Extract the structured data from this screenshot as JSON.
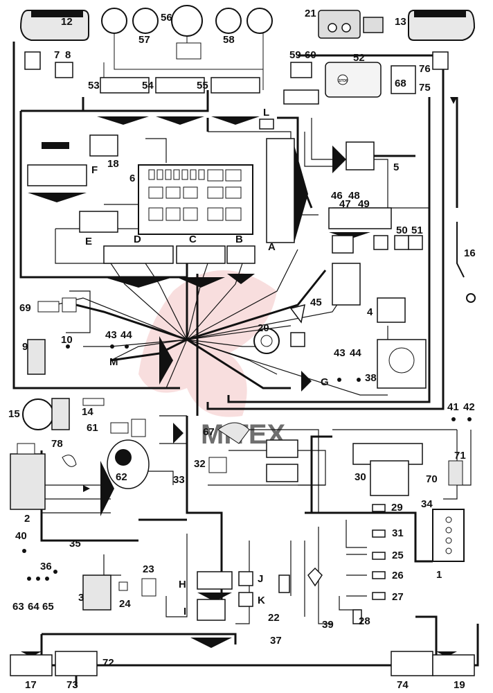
{
  "colors": {
    "wire": "#111111",
    "watermark": "#f2c4c4",
    "background": "#ffffff"
  },
  "watermark_text": "MITEX",
  "numeric_labels": [
    {
      "id": "12",
      "text": "12"
    },
    {
      "id": "13",
      "text": "13"
    },
    {
      "id": "57",
      "text": "57"
    },
    {
      "id": "56",
      "text": "56"
    },
    {
      "id": "58",
      "text": "58"
    },
    {
      "id": "21",
      "text": "21"
    },
    {
      "id": "7",
      "text": "7"
    },
    {
      "id": "8",
      "text": "8"
    },
    {
      "id": "59",
      "text": "59"
    },
    {
      "id": "60",
      "text": "60"
    },
    {
      "id": "52",
      "text": "52"
    },
    {
      "id": "76",
      "text": "76"
    },
    {
      "id": "68",
      "text": "68"
    },
    {
      "id": "75",
      "text": "75"
    },
    {
      "id": "53",
      "text": "53"
    },
    {
      "id": "54",
      "text": "54"
    },
    {
      "id": "55",
      "text": "55"
    },
    {
      "id": "18",
      "text": "18"
    },
    {
      "id": "6",
      "text": "6"
    },
    {
      "id": "5",
      "text": "5"
    },
    {
      "id": "46",
      "text": "46"
    },
    {
      "id": "48",
      "text": "48"
    },
    {
      "id": "47",
      "text": "47"
    },
    {
      "id": "49",
      "text": "49"
    },
    {
      "id": "50",
      "text": "50"
    },
    {
      "id": "51",
      "text": "51"
    },
    {
      "id": "16",
      "text": "16"
    },
    {
      "id": "69",
      "text": "69"
    },
    {
      "id": "45",
      "text": "45"
    },
    {
      "id": "4",
      "text": "4"
    },
    {
      "id": "9",
      "text": "9"
    },
    {
      "id": "10",
      "text": "10"
    },
    {
      "id": "43a",
      "text": "43"
    },
    {
      "id": "44a",
      "text": "44"
    },
    {
      "id": "20",
      "text": "20"
    },
    {
      "id": "43b",
      "text": "43"
    },
    {
      "id": "44b",
      "text": "44"
    },
    {
      "id": "38",
      "text": "38"
    },
    {
      "id": "15",
      "text": "15"
    },
    {
      "id": "14",
      "text": "14"
    },
    {
      "id": "41",
      "text": "41"
    },
    {
      "id": "42",
      "text": "42"
    },
    {
      "id": "61",
      "text": "61"
    },
    {
      "id": "67",
      "text": "67"
    },
    {
      "id": "78",
      "text": "78"
    },
    {
      "id": "71",
      "text": "71"
    },
    {
      "id": "62",
      "text": "62"
    },
    {
      "id": "32",
      "text": "32"
    },
    {
      "id": "30",
      "text": "30"
    },
    {
      "id": "70",
      "text": "70"
    },
    {
      "id": "33",
      "text": "33"
    },
    {
      "id": "2",
      "text": "2"
    },
    {
      "id": "34",
      "text": "34"
    },
    {
      "id": "29",
      "text": "29"
    },
    {
      "id": "40",
      "text": "40"
    },
    {
      "id": "31",
      "text": "31"
    },
    {
      "id": "35",
      "text": "35"
    },
    {
      "id": "25",
      "text": "25"
    },
    {
      "id": "36",
      "text": "36"
    },
    {
      "id": "26",
      "text": "26"
    },
    {
      "id": "23",
      "text": "23"
    },
    {
      "id": "1",
      "text": "1"
    },
    {
      "id": "27",
      "text": "27"
    },
    {
      "id": "3",
      "text": "3"
    },
    {
      "id": "24",
      "text": "24"
    },
    {
      "id": "63",
      "text": "63"
    },
    {
      "id": "64",
      "text": "64"
    },
    {
      "id": "65",
      "text": "65"
    },
    {
      "id": "22",
      "text": "22"
    },
    {
      "id": "28",
      "text": "28"
    },
    {
      "id": "39",
      "text": "39"
    },
    {
      "id": "37",
      "text": "37"
    },
    {
      "id": "72",
      "text": "72"
    },
    {
      "id": "17",
      "text": "17"
    },
    {
      "id": "73",
      "text": "73"
    },
    {
      "id": "74",
      "text": "74"
    },
    {
      "id": "19",
      "text": "19"
    }
  ],
  "letter_labels": [
    {
      "id": "L",
      "text": "L"
    },
    {
      "id": "F",
      "text": "F"
    },
    {
      "id": "E",
      "text": "E"
    },
    {
      "id": "D",
      "text": "D"
    },
    {
      "id": "C",
      "text": "C"
    },
    {
      "id": "B",
      "text": "B"
    },
    {
      "id": "A",
      "text": "A"
    },
    {
      "id": "M",
      "text": "M"
    },
    {
      "id": "G",
      "text": "G"
    },
    {
      "id": "H",
      "text": "H"
    },
    {
      "id": "J",
      "text": "J"
    },
    {
      "id": "K",
      "text": "K"
    },
    {
      "id": "I",
      "text": "I"
    }
  ],
  "badge_text": "STOP"
}
